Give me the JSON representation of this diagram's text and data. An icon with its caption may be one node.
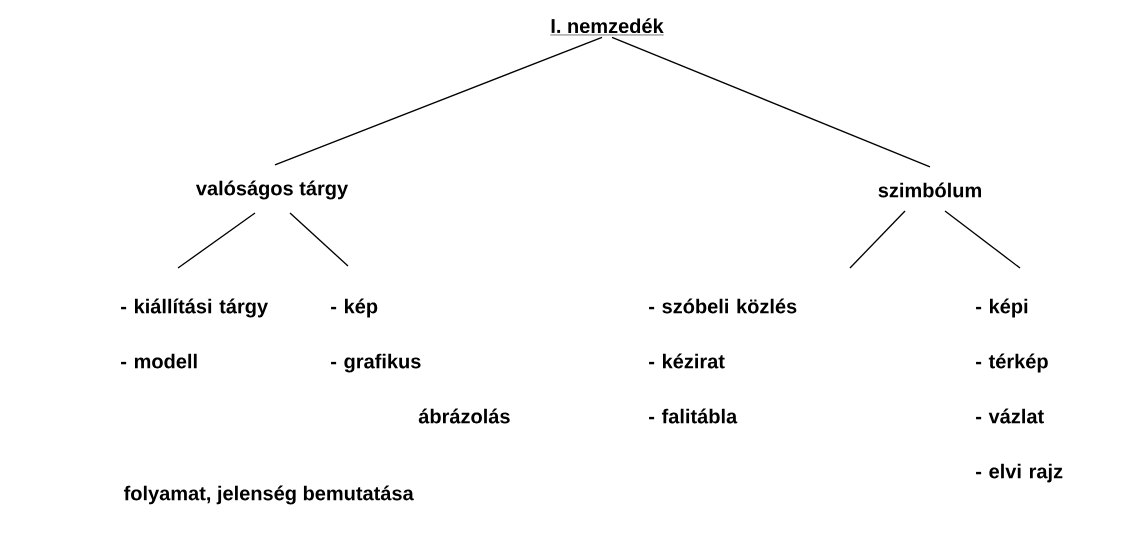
{
  "diagram": {
    "nodes": [
      {
        "text": [
          "I. nemzedék"
        ]
      },
      {
        "text": [
          "valóságos tárgy"
        ]
      },
      {
        "text": [
          "szimbólum"
        ]
      },
      {
        "text": [
          "- kiállítási tárgy",
          "- modell"
        ]
      },
      {
        "text": [
          "- kép",
          "- grafikus ábrázolás"
        ]
      },
      {
        "text": [
          "- szóbeli közlés",
          "- kézirat",
          "- falitábla"
        ]
      },
      {
        "text": [
          "- képi",
          "- térkép",
          "- vázlat",
          "- elvi rajz"
        ]
      }
    ],
    "edges": [
      {
        "from": 0,
        "to": 1,
        "arrow": "none"
      },
      {
        "from": 0,
        "to": 2,
        "arrow": "none"
      },
      {
        "from": 1,
        "to": 3,
        "arrow": "none"
      },
      {
        "from": 1,
        "to": 4,
        "arrow": "none"
      },
      {
        "from": 2,
        "to": 5,
        "arrow": "none"
      },
      {
        "from": 2,
        "to": 6,
        "arrow": "none"
      }
    ],
    "labels": [
      "folyamat, jelenség bemutatása"
    ]
  }
}
